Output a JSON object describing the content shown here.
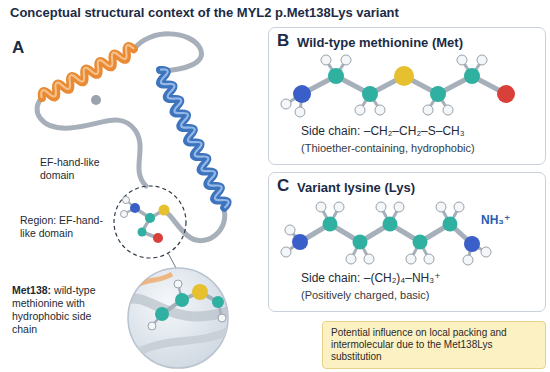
{
  "diagram": {
    "title": "Conceptual structural context of the MYL2 p.Met138Lys variant",
    "nodes": [
      {
        "text": [
          "B",
          "Wild-type methionine (Met)",
          "Side chain: –CH₂–CH₂–S–CH₃",
          "(Thioether-containing, hydrophobic)"
        ]
      },
      {
        "text": [
          "C",
          "Variant lysine (Lys)",
          "NH₃⁺",
          "Side chain: –(CH₂)₄–NH₃⁺",
          "(Positively charged, basic)"
        ]
      },
      {
        "text": [
          "Potential influence on local packing and intermolecular due to the Met138Lys substitution"
        ]
      }
    ],
    "labels": [
      "A",
      "EF-hand-like domain",
      "Region: EF-hand-like domain",
      "Met138:",
      "wild-type methionine with hydrophobic side chain"
    ]
  }
}
